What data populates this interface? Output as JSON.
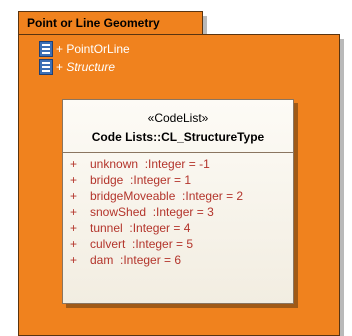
{
  "package": {
    "title": "Point or Line Geometry"
  },
  "package_elements": [
    {
      "label": "+ PointOrLine",
      "icon": "class-icon",
      "italic": false
    },
    {
      "label": "+ ",
      "label_italic": "Structure",
      "icon": "class-icon",
      "italic": true
    }
  ],
  "codelist": {
    "stereotype": "«CodeList»",
    "name": "Code Lists::CL_StructureType",
    "attributes": [
      {
        "vis": "+",
        "text": "unknown  :Integer = -1"
      },
      {
        "vis": "+",
        "text": "bridge  :Integer = 1"
      },
      {
        "vis": "+",
        "text": "bridgeMoveable  :Integer = 2"
      },
      {
        "vis": "+",
        "text": "snowShed  :Integer = 3"
      },
      {
        "vis": "+",
        "text": "tunnel  :Integer = 4"
      },
      {
        "vis": "+",
        "text": "culvert  :Integer = 5"
      },
      {
        "vis": "+",
        "text": "dam  :Integer = 6"
      }
    ]
  },
  "colors": {
    "package_fill": "#f0821e",
    "attribute_text": "#b3342b",
    "class_fill": "#f7f3ea"
  }
}
